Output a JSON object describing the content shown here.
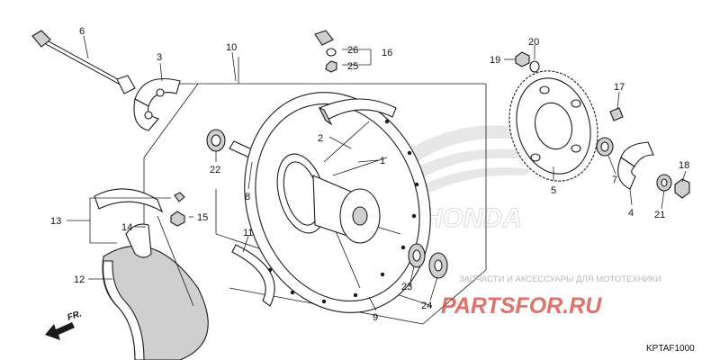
{
  "labels": {
    "p1": "1",
    "p2": "2",
    "p3": "3",
    "p4": "4",
    "p5": "5",
    "p6": "6",
    "p7": "7",
    "p8": "8",
    "p9": "9",
    "p10": "10",
    "p11": "11",
    "p12": "12",
    "p13": "13",
    "p14": "14",
    "p15": "15",
    "p16": "16",
    "p17": "17",
    "p18": "18",
    "p19": "19",
    "p20": "20",
    "p21": "21",
    "p22": "22",
    "p23": "23",
    "p24": "24",
    "p25": "25",
    "p26": "26"
  },
  "front_arrow": "FR.",
  "brand_watermark": "HONDA",
  "shop_caption": "ЗАПЧАСТИ И АКСЕССУАРЫ ДЛЯ МОТОТЕХНИКИ",
  "shop_logo": "PARTSFOR.RU",
  "diagram_code": "KPTAF1000",
  "colors": {
    "logo_red": "#d6423a",
    "line": "#1a1a1a",
    "watermark": "#d4d4d4"
  }
}
